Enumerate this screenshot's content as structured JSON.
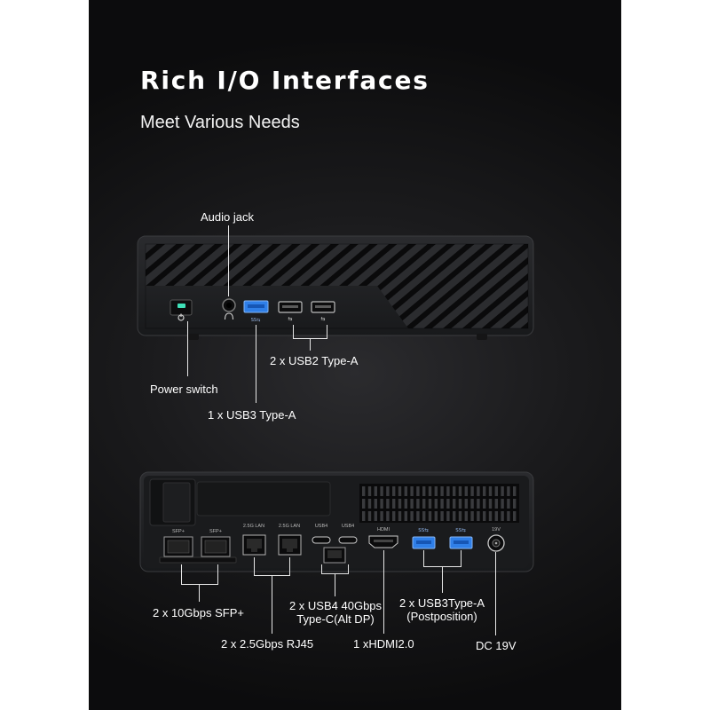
{
  "header": {
    "title": "Rich I/O Interfaces",
    "subtitle": "Meet Various Needs"
  },
  "front_panel": {
    "callouts": {
      "audio_jack": "Audio jack",
      "usb2": "2 x USB2 Type-A",
      "power_switch": "Power switch",
      "usb3": "1 x USB3 Type-A"
    }
  },
  "rear_panel": {
    "port_labels": {
      "sfp_1": "SFP+",
      "sfp_2": "SFP+",
      "lan_1": "2.5G LAN",
      "lan_2": "2.5G LAN",
      "usb4_1": "USB4",
      "usb4_2": "USB4",
      "hdmi": "HDMI",
      "usb3_1": "SS⇆",
      "usb3_2": "SS⇆",
      "dc": "19V"
    },
    "callouts": {
      "sfp": "2 x 10Gbps SFP+",
      "rj45": "2 x 2.5Gbps RJ45",
      "usb4_line1": "2 x USB4 40Gbps",
      "usb4_line2": "Type-C(Alt DP)",
      "hdmi": "1 xHDMI2.0",
      "usb3_line1": "2 x USB3Type-A",
      "usb3_line2": "(Postposition)",
      "dc": "DC 19V"
    }
  },
  "colors": {
    "background": "#111112",
    "chassis": "#1e1f21",
    "usb3_blue": "#2f7fe8",
    "power_led": "#3fe0b8",
    "text": "#ffffff"
  }
}
